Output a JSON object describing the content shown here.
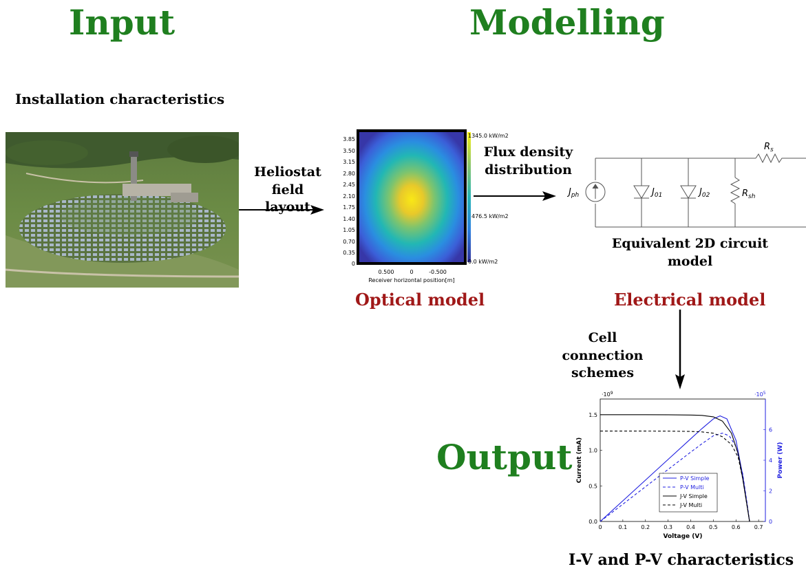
{
  "headings": {
    "input": "Input",
    "modelling": "Modelling",
    "output": "Output"
  },
  "labels": {
    "installation": "Installation characteristics",
    "heliostat_l1": "Heliostat field",
    "heliostat_l2": "layout",
    "flux_l1": "Flux density",
    "flux_l2": "distribution",
    "circuit_l1": "Equivalent 2D circuit",
    "circuit_l2": "model",
    "cell_l1": "Cell connection",
    "cell_l2": "schemes",
    "iv": "I-V and P-V characteristics"
  },
  "models": {
    "optical": "Optical model",
    "electrical": "Electrical model"
  },
  "heatmap": {
    "y_ticks": [
      "3.85",
      "3.50",
      "3.15",
      "2.80",
      "2.45",
      "2.10",
      "1.75",
      "1.40",
      "1.05",
      "0.70",
      "0.35",
      "0"
    ],
    "x_ticks": [
      "0.500",
      "0",
      "-0.500"
    ],
    "xlabel": "Receiver horizontal position[m]",
    "colorbar": [
      "1345.0  kW/m2",
      "476.5  kW/m2",
      "0.0  kW/m2"
    ]
  },
  "circuit": {
    "jph": "J",
    "jph_sub": "ph",
    "j01": "J",
    "j01_sub": "01",
    "j02": "J",
    "j02_sub": "02",
    "rsh": "R",
    "rsh_sub": "sh",
    "rs": "R",
    "rs_sub": "s"
  },
  "chart_data": {
    "type": "line",
    "xlabel": "Voltage (V)",
    "ylabel": "Current (mA)",
    "y2label": "Power (W)",
    "x_ticks": [
      "0",
      "0.1",
      "0.2",
      "0.3",
      "0.4",
      "0.5",
      "0.6",
      "0.7"
    ],
    "y_ticks": [
      "0.0",
      "0.5",
      "1.0",
      "1.5"
    ],
    "y2_ticks": [
      "0",
      "2",
      "4",
      "6"
    ],
    "y_multiplier": "·10",
    "y_multiplier_exp": "9",
    "y2_multiplier": "·10",
    "y2_multiplier_exp": "5",
    "xlim": [
      0,
      0.73
    ],
    "ylim": [
      0,
      1.72
    ],
    "y2lim": [
      0,
      8
    ],
    "legend_position": "bottom-center",
    "colors": {
      "power": "#1f1fe0",
      "current": "#000000"
    },
    "series": [
      {
        "name": "P-V Simple",
        "axis": "right",
        "style": "solid",
        "color": "#1f1fe0",
        "x": [
          0,
          0.1,
          0.2,
          0.3,
          0.4,
          0.45,
          0.5,
          0.53,
          0.56,
          0.6,
          0.63,
          0.65,
          0.66
        ],
        "y": [
          0,
          1.35,
          2.7,
          4.05,
          5.4,
          6.07,
          6.7,
          6.9,
          6.7,
          5.3,
          3.0,
          1.0,
          0
        ]
      },
      {
        "name": "P-V Multi",
        "axis": "right",
        "style": "dashed",
        "color": "#1f1fe0",
        "x": [
          0,
          0.1,
          0.2,
          0.3,
          0.4,
          0.45,
          0.5,
          0.54,
          0.57,
          0.6,
          0.63,
          0.65,
          0.66
        ],
        "y": [
          0,
          1.13,
          2.27,
          3.4,
          4.53,
          5.08,
          5.6,
          5.77,
          5.6,
          4.9,
          3.1,
          1.1,
          0
        ]
      },
      {
        "name": "J-V Simple",
        "axis": "left",
        "style": "solid",
        "color": "#000000",
        "x": [
          0,
          0.1,
          0.2,
          0.3,
          0.4,
          0.45,
          0.5,
          0.54,
          0.58,
          0.61,
          0.63,
          0.65,
          0.66
        ],
        "y": [
          1.5,
          1.5,
          1.5,
          1.499,
          1.495,
          1.49,
          1.47,
          1.41,
          1.24,
          0.95,
          0.6,
          0.2,
          0
        ]
      },
      {
        "name": "J-V Multi",
        "axis": "left",
        "style": "dashed",
        "color": "#000000",
        "x": [
          0,
          0.1,
          0.2,
          0.3,
          0.4,
          0.45,
          0.5,
          0.54,
          0.58,
          0.61,
          0.63,
          0.65,
          0.66
        ],
        "y": [
          1.27,
          1.27,
          1.27,
          1.269,
          1.265,
          1.258,
          1.24,
          1.19,
          1.08,
          0.9,
          0.6,
          0.2,
          0
        ]
      }
    ]
  }
}
